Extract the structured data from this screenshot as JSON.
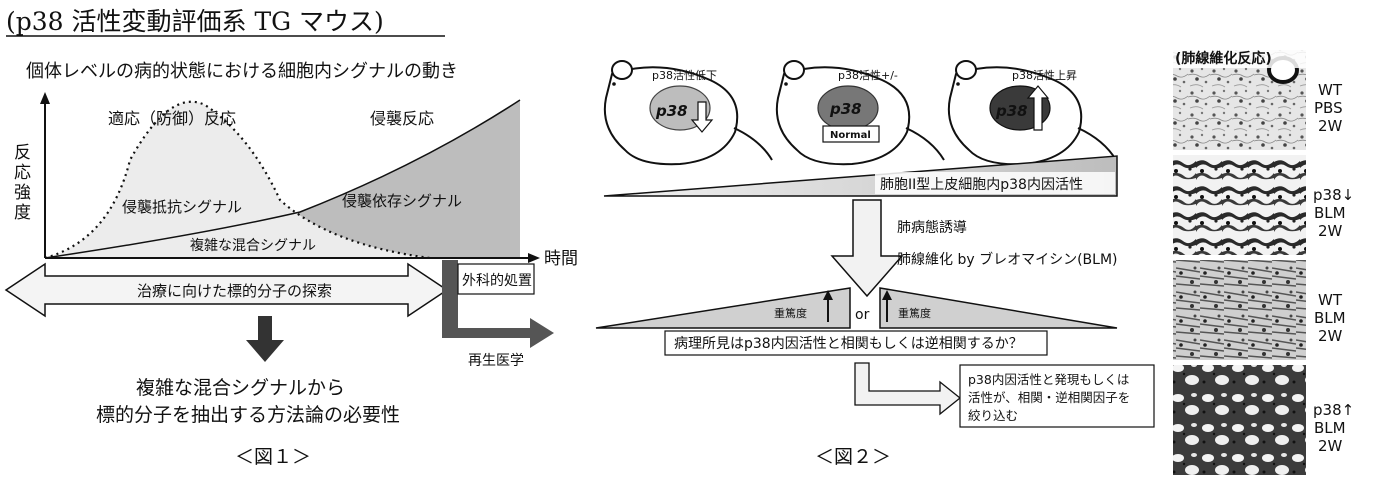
{
  "heading": "(p38 活性変動評価系 TG マウス)",
  "fig1": {
    "title": "個体レベルの病的状態における細胞内シグナルの動き",
    "y_axis_label": [
      "反",
      "応",
      "強",
      "度"
    ],
    "x_axis_label": "時間",
    "adaptive_reaction": "適応（防御）反応",
    "invasive_reaction": "侵襲反応",
    "resistance_signal": "侵襲抵抗シグナル",
    "dependent_signal": "侵襲依存シグナル",
    "mixed_signal": "複雑な混合シグナル",
    "target_search": "治療に向けた標的分子の探索",
    "surgery": "外科的処置",
    "regenerative": "再生医学",
    "conclusion_line1": "複雑な混合シグナルから",
    "conclusion_line2": "標的分子を抽出する方法論の必要性",
    "caption": "＜図１＞"
  },
  "fig2": {
    "mice": [
      {
        "label": "p38活性低下",
        "badge": "p38"
      },
      {
        "label": "p38活性+/-",
        "badge": "p38",
        "note": "Normal"
      },
      {
        "label": "p38活性上昇",
        "badge": "p38"
      }
    ],
    "gradient_label": "肺胞II型上皮細胞内p38内因活性",
    "induction": "肺病態誘導",
    "fibrosis": "肺線維化 by ブレオマイシン(BLM)",
    "severity_left": "重篤度",
    "or": "or",
    "severity_right": "重篤度",
    "question": "病理所見はp38内因活性と相関もしくは逆相関するか？",
    "result_line1": "p38内因活性と発現もしくは",
    "result_line2": "活性が、相関・逆相関因子を",
    "result_line3": "絞り込む",
    "caption": "＜図２＞"
  },
  "histology": {
    "title": "(肺線維化反応)",
    "panels": [
      [
        "WT",
        "PBS",
        "2W"
      ],
      [
        "p38↓",
        "BLM",
        "2W"
      ],
      [
        "WT",
        "BLM",
        "2W"
      ],
      [
        "p38↑",
        "BLM",
        "2W"
      ]
    ]
  }
}
